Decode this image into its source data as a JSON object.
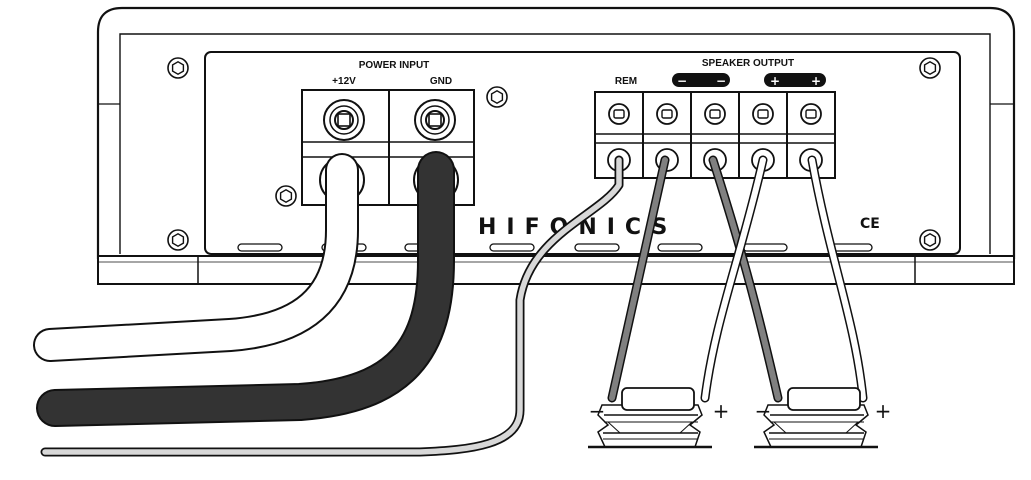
{
  "labels": {
    "power_input": "POWER INPUT",
    "plus12v": "+12V",
    "gnd": "GND",
    "speaker_output": "SPEAKER OUTPUT",
    "rem": "REM",
    "brand": "HIFONICS",
    "ce_mark": "CE"
  },
  "speaker_pills": [
    {
      "left": "−",
      "right": "−"
    },
    {
      "left": "+",
      "right": "+"
    }
  ],
  "speakers": [
    {
      "minus": "−",
      "plus": "+"
    },
    {
      "minus": "−",
      "plus": "+"
    }
  ],
  "colors": {
    "power_12v_wire": "#ffffff",
    "ground_wire": "#333333",
    "remote_wire": "#d8d8d8",
    "speaker_negative_wire": "#808080",
    "speaker_positive_wire": "#ffffff"
  }
}
